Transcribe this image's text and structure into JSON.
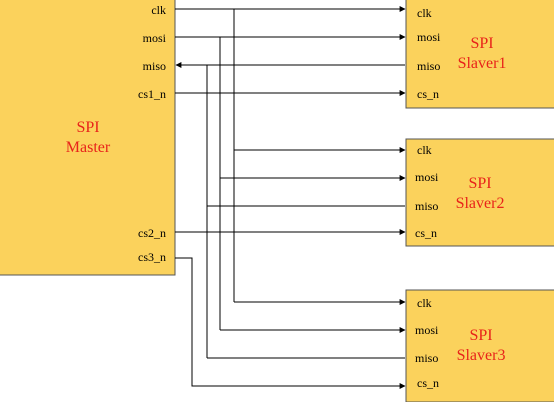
{
  "colors": {
    "box_fill": "#fbd25c",
    "title_text": "#e8231a",
    "wire": "#000000"
  },
  "master": {
    "title_line1": "SPI",
    "title_line2": "Master",
    "ports": {
      "clk": "clk",
      "mosi": "mosi",
      "miso": "miso",
      "cs1": "cs1_n",
      "cs2": "cs2_n",
      "cs3": "cs3_n"
    }
  },
  "slaves": [
    {
      "title_line1": "SPI",
      "title_line2": "Slaver1",
      "ports": {
        "clk": "clk",
        "mosi": "mosi",
        "miso": "miso",
        "cs": "cs_n"
      }
    },
    {
      "title_line1": "SPI",
      "title_line2": "Slaver2",
      "ports": {
        "clk": "clk",
        "mosi": "mosi",
        "miso": "miso",
        "cs": "cs_n"
      }
    },
    {
      "title_line1": "SPI",
      "title_line2": "Slaver3",
      "ports": {
        "clk": "clk",
        "mosi": "mosi",
        "miso": "miso",
        "cs": "cs_n"
      }
    }
  ]
}
